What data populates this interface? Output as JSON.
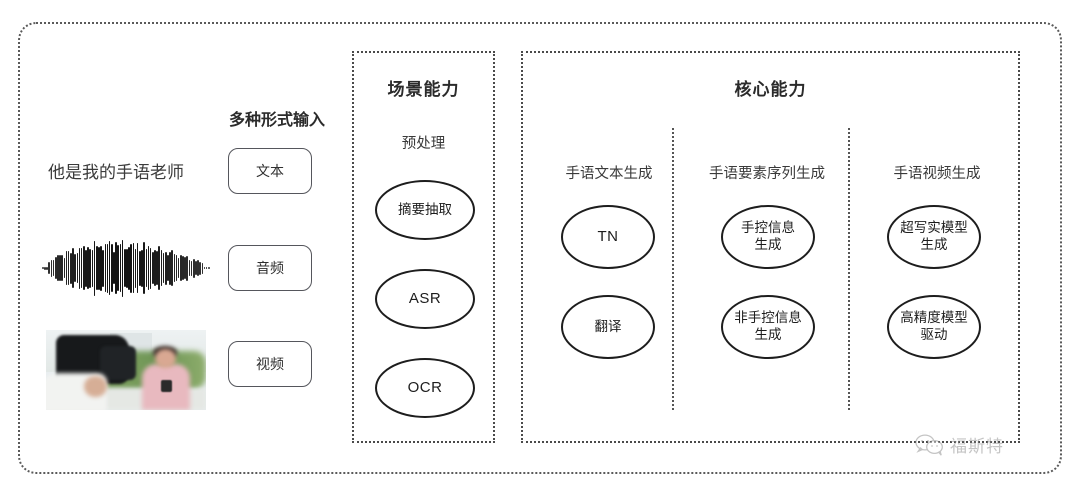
{
  "frame": {
    "border_color": "#5a5a5a"
  },
  "left_column": {
    "heading": "多种形式输入",
    "sample_sentence": "他是我的手语老师",
    "media": {
      "waveform_label": "audio-waveform",
      "video_thumbnail_label": "video-thumbnail"
    },
    "input_buttons": [
      {
        "label": "文本",
        "name": "input-button-text"
      },
      {
        "label": "音频",
        "name": "input-button-audio"
      },
      {
        "label": "视频",
        "name": "input-button-video"
      }
    ]
  },
  "scenario_panel": {
    "title": "场景能力",
    "group_label": "预处理",
    "nodes": [
      {
        "label": "摘要抽取"
      },
      {
        "label": "ASR"
      },
      {
        "label": "OCR"
      }
    ]
  },
  "core_panel": {
    "title": "核心能力",
    "columns": [
      {
        "label": "手语文本生成",
        "nodes": [
          {
            "label": "TN",
            "latin": true
          },
          {
            "label": "翻译",
            "latin": false
          }
        ]
      },
      {
        "label": "手语要素序列生成",
        "nodes": [
          {
            "label": "手控信息\n生成",
            "latin": false
          },
          {
            "label": "非手控信息\n生成",
            "latin": false
          }
        ]
      },
      {
        "label": "手语视频生成",
        "nodes": [
          {
            "label": "超写实模型\n生成",
            "latin": false
          },
          {
            "label": "高精度模型\n驱动",
            "latin": false
          }
        ]
      }
    ]
  },
  "watermark": {
    "text": "福斯特",
    "icon": "wechat-icon"
  }
}
